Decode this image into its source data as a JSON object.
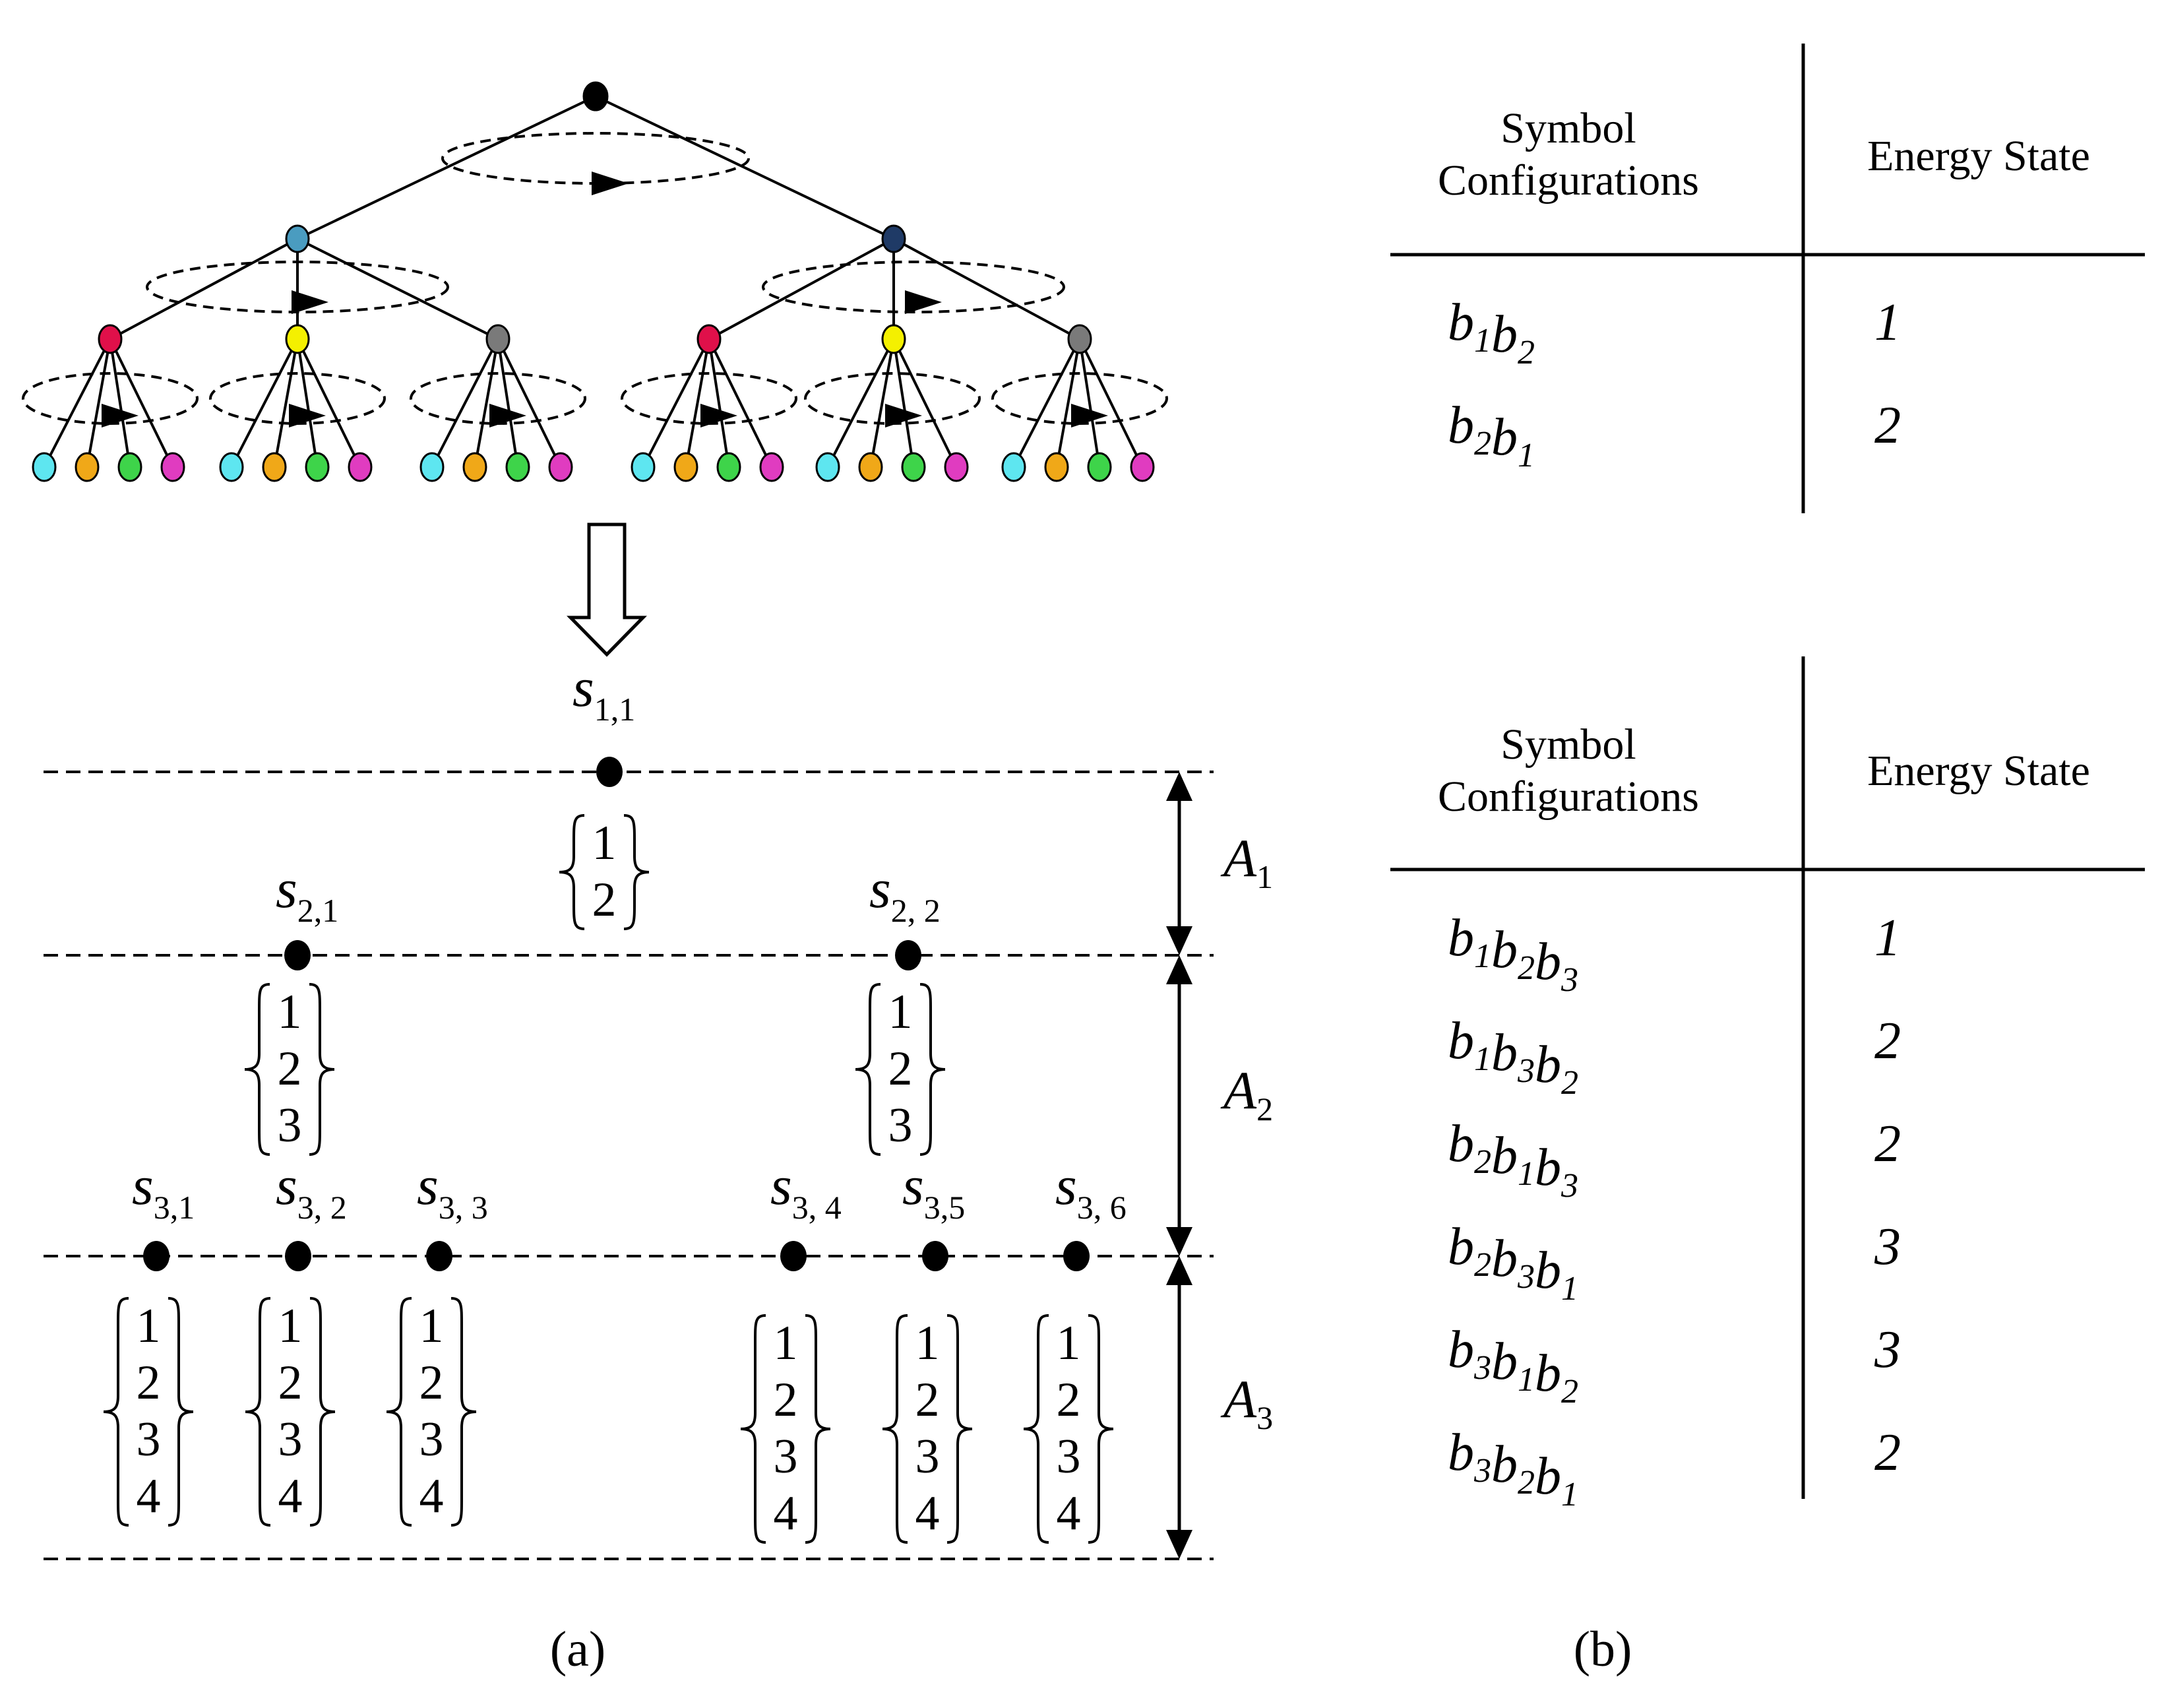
{
  "panel_a": {
    "caption": "(a)",
    "level_labels": [
      {
        "base": "A",
        "sub": "1"
      },
      {
        "base": "A",
        "sub": "2"
      },
      {
        "base": "A",
        "sub": "3"
      }
    ],
    "nodes": [
      {
        "base": "s",
        "sub": "1,1",
        "states": [
          "1",
          "2"
        ]
      },
      {
        "base": "s",
        "sub": "2,1",
        "states": [
          "1",
          "2",
          "3"
        ]
      },
      {
        "base": "s",
        "sub": "2, 2",
        "states": [
          "1",
          "2",
          "3"
        ]
      },
      {
        "base": "s",
        "sub": "3,1",
        "states": [
          "1",
          "2",
          "3",
          "4"
        ]
      },
      {
        "base": "s",
        "sub": "3, 2",
        "states": [
          "1",
          "2",
          "3",
          "4"
        ]
      },
      {
        "base": "s",
        "sub": "3, 3",
        "states": [
          "1",
          "2",
          "3",
          "4"
        ]
      },
      {
        "base": "s",
        "sub": "3, 4",
        "states": [
          "1",
          "2",
          "3",
          "4"
        ]
      },
      {
        "base": "s",
        "sub": "3,5",
        "states": [
          "1",
          "2",
          "3",
          "4"
        ]
      },
      {
        "base": "s",
        "sub": "3, 6",
        "states": [
          "1",
          "2",
          "3",
          "4"
        ]
      }
    ],
    "tree_colors": {
      "root": "#000000",
      "level2": [
        "#4a9cc0",
        "#1f3a66"
      ],
      "level3": [
        "#e0104a",
        "#f4f000",
        "#7a7a7a",
        "#e0104a",
        "#f4f000",
        "#7a7a7a"
      ],
      "leaves": [
        "#5ee6f0",
        "#f0a818",
        "#3ed44a",
        "#e03cc0"
      ]
    }
  },
  "panel_b": {
    "caption": "(b)",
    "tables": [
      {
        "header_col1": [
          "Symbol",
          "Configurations"
        ],
        "header_col2": "Energy State",
        "rows": [
          {
            "config": [
              [
                "b",
                "1"
              ],
              [
                "b",
                "2"
              ]
            ],
            "state": "1"
          },
          {
            "config": [
              [
                "b",
                "2"
              ],
              [
                "b",
                "1"
              ]
            ],
            "state": "2"
          }
        ]
      },
      {
        "header_col1": [
          "Symbol",
          "Configurations"
        ],
        "header_col2": "Energy State",
        "rows": [
          {
            "config": [
              [
                "b",
                "1"
              ],
              [
                "b",
                "2"
              ],
              [
                "b",
                "3"
              ]
            ],
            "state": "1"
          },
          {
            "config": [
              [
                "b",
                "1"
              ],
              [
                "b",
                "3"
              ],
              [
                "b",
                "2"
              ]
            ],
            "state": "2"
          },
          {
            "config": [
              [
                "b",
                "2"
              ],
              [
                "b",
                "1"
              ],
              [
                "b",
                "3"
              ]
            ],
            "state": "2"
          },
          {
            "config": [
              [
                "b",
                "2"
              ],
              [
                "b",
                "3"
              ],
              [
                "b",
                "1"
              ]
            ],
            "state": "3"
          },
          {
            "config": [
              [
                "b",
                "3"
              ],
              [
                "b",
                "1"
              ],
              [
                "b",
                "2"
              ]
            ],
            "state": "3"
          },
          {
            "config": [
              [
                "b",
                "3"
              ],
              [
                "b",
                "2"
              ],
              [
                "b",
                "1"
              ]
            ],
            "state": "2"
          }
        ]
      }
    ]
  }
}
